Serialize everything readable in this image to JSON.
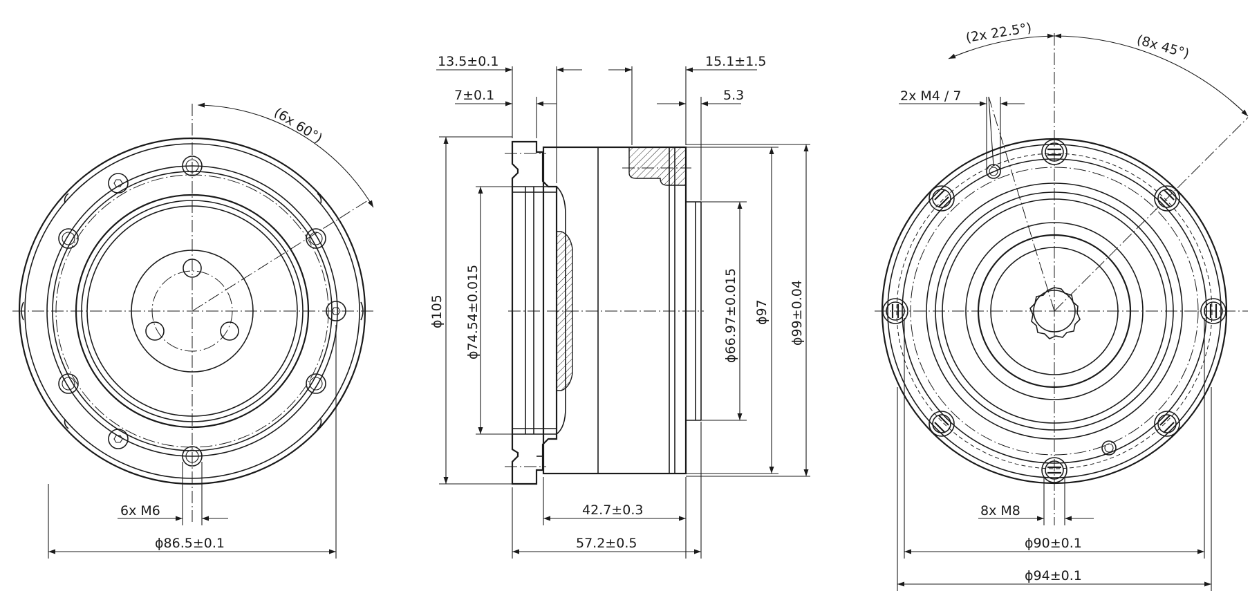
{
  "views": {
    "front": {
      "dims": {
        "pattern_angle": "(6x 60°)",
        "thread": "6x M6",
        "diameter": "ϕ86.5±0.1"
      }
    },
    "side": {
      "dims": {
        "flange_left": "13.5±0.1",
        "flange_step": "7±0.1",
        "right_offset": "15.1±1.5",
        "right_step": "5.3",
        "overall_diameter": "ϕ105",
        "bore_left": "ϕ74.54±0.015",
        "bore_right": "ϕ66.97±0.015",
        "body_diameter": "ϕ97",
        "outer_diameter": "ϕ99±0.04",
        "length_body": "42.7±0.3",
        "length_total": "57.2±0.5"
      }
    },
    "rear": {
      "dims": {
        "offset_angle": "(2x 22.5°)",
        "pattern_angle": "(8x 45°)",
        "pin_thread": "2x M4 / 7",
        "thread": "8x M8",
        "pcd": "ϕ90±0.1",
        "diameter": "ϕ94±0.1"
      }
    }
  }
}
